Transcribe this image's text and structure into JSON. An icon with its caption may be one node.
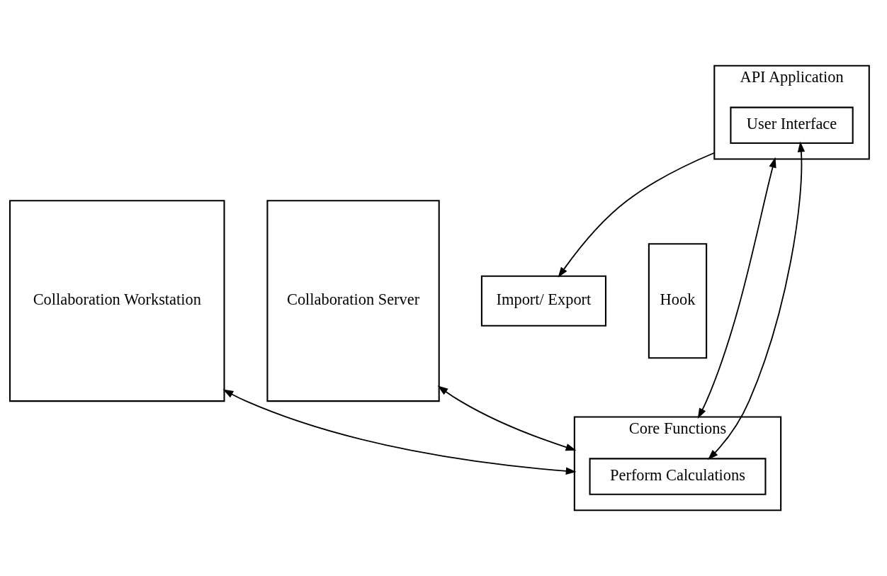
{
  "diagram": {
    "nodes": [
      {
        "text": [
          "Collaboration Workstation"
        ]
      },
      {
        "text": [
          "Import/ Export"
        ]
      },
      {
        "text": [
          "Collaboration Server"
        ]
      },
      {
        "text": [
          "API Application"
        ]
      },
      {
        "text": [
          "User Interface"
        ],
        "in": 3
      },
      {
        "text": [
          "Hook"
        ]
      },
      {
        "text": [
          "Core Functions"
        ]
      },
      {
        "text": [
          "Perform Calculations"
        ],
        "in": 6
      }
    ],
    "edges": [
      {
        "from": 0,
        "to": 6,
        "arrow": "both"
      },
      {
        "from": 3,
        "to": 1,
        "arrow": "to"
      },
      {
        "from": 2,
        "to": 6,
        "arrow": "both"
      },
      {
        "from": 3,
        "to": 6,
        "arrow": "both"
      },
      {
        "from": 4,
        "to": 7,
        "arrow": "both"
      }
    ]
  }
}
